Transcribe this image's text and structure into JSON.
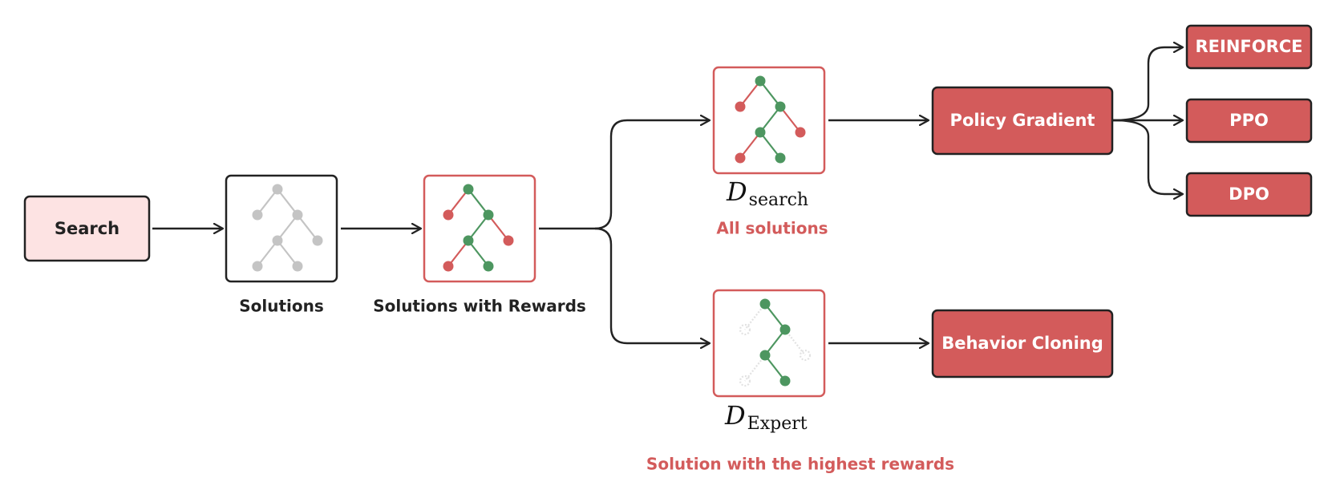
{
  "colors": {
    "accent": "#d35b5b",
    "accent_light": "#fde3e3",
    "green": "#4d9660",
    "gray": "#c4c4c4",
    "faint": "#e2e2e2",
    "ink": "#222222"
  },
  "nodes": {
    "search": "Search",
    "policy_gradient": "Policy Gradient",
    "behavior_cloning": "Behavior Cloning",
    "reinforce": "REINFORCE",
    "ppo": "PPO",
    "dpo": "DPO"
  },
  "captions": {
    "solutions": "Solutions",
    "solutions_with_rewards": "Solutions with Rewards",
    "all_solutions": "All solutions",
    "highest_rewards": "Solution with the highest rewards"
  },
  "datasets": {
    "search": {
      "symbol": "D",
      "subscript": "search"
    },
    "expert": {
      "symbol": "D",
      "subscript": "Expert"
    }
  }
}
